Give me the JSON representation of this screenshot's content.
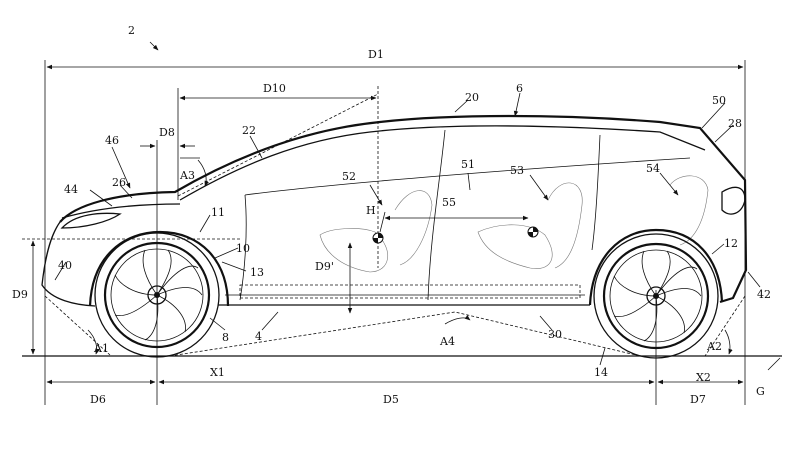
{
  "figure": {
    "ref_number": "2",
    "dimensions": {
      "d1": "D1",
      "d5": "D5",
      "d6": "D6",
      "d7": "D7",
      "d8": "D8",
      "d9": "D9",
      "d9p": "D9'",
      "d10": "D10"
    },
    "angles": {
      "a1": "A1",
      "a2": "A2",
      "a3": "A3",
      "a4": "A4"
    },
    "markers": {
      "h": "H",
      "x1": "X1",
      "x2": "X2",
      "g": "G"
    },
    "parts": {
      "p4": "4",
      "p6": "6",
      "p8": "8",
      "p10": "10",
      "p11": "11",
      "p12": "12",
      "p13": "13",
      "p14": "14",
      "p20": "20",
      "p22": "22",
      "p26": "26",
      "p28": "28",
      "p30": "30",
      "p40": "40",
      "p42": "42",
      "p44": "44",
      "p46": "46",
      "p50": "50",
      "p51": "51",
      "p52": "52",
      "p53": "53",
      "p54": "54",
      "p55": "55"
    }
  }
}
